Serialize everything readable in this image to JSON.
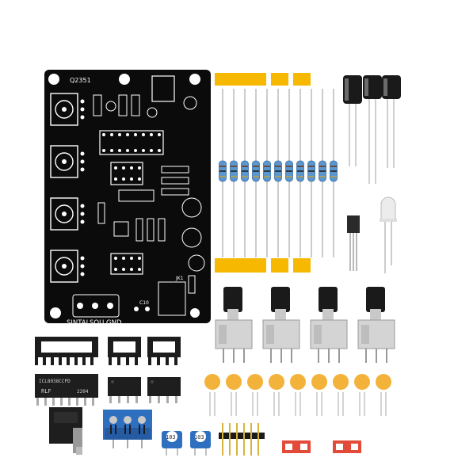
{
  "pcb": {
    "title_code": "Q2351",
    "output_labels": [
      "SINTAI",
      "SQU",
      "GND"
    ],
    "connector_label": "JK1",
    "capacitor_label": "C10"
  },
  "ic_chip_marking": "ICL8038CCPD",
  "ic_chip_logo": "RLF",
  "ic_chip_code": "2204",
  "trimmer_marking": "103",
  "kit_colors": {
    "pcb": "#0b0b0b",
    "tape": "#f6b800",
    "resistor_body": "#5b97cf",
    "terminal_block": "#2f6fc0",
    "ceramic_cap": "#f3b23a",
    "jumper": "#e24a3a"
  }
}
